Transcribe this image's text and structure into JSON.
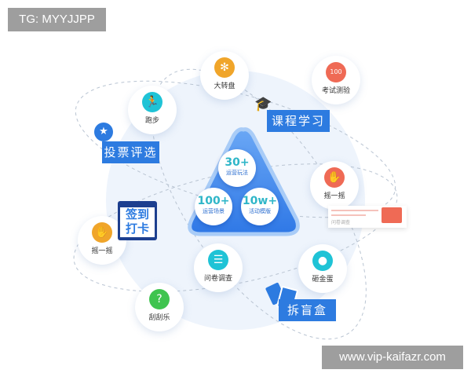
{
  "badge": "TG: MYYJJPP",
  "watermark": "www.vip-kaifazr.com",
  "center": [
    {
      "value": "30+",
      "label": "运营玩法"
    },
    {
      "value": "100+",
      "label": "运营场景"
    },
    {
      "value": "10w+",
      "label": "活动模版"
    }
  ],
  "nodes": [
    {
      "label": "大转盘",
      "icon": "wheel-icon",
      "color": "#f0a52a"
    },
    {
      "label": "跑步",
      "icon": "runner-icon",
      "color": "#1fc3d6"
    },
    {
      "label": "考试测验",
      "icon": "exam-paper-icon",
      "color": "#ef6a55"
    },
    {
      "label": "摇一摇",
      "icon": "shake-hand-icon",
      "color": "#ef6a55"
    },
    {
      "label": "摇一摇",
      "icon": "shake-hand-icon",
      "color": "#f0a52a"
    },
    {
      "label": "问卷调查",
      "icon": "survey-icon",
      "color": "#1fc3d6"
    },
    {
      "label": "砸金蛋",
      "icon": "golden-egg-icon",
      "color": "#1fc3d6"
    },
    {
      "label": "刮刮乐",
      "icon": "scratch-card-icon",
      "color": "#3fc44f"
    }
  ],
  "tags": {
    "vote": "投票评选",
    "course": "课程学习",
    "checkin_1": "签到",
    "checkin_2": "打卡",
    "blindbox": "拆盲盒"
  },
  "mini_card": "问卷调查",
  "colors": {
    "primary": "#2d7be0",
    "navy": "#1d3f8f",
    "accent_red": "#ef6a55"
  }
}
